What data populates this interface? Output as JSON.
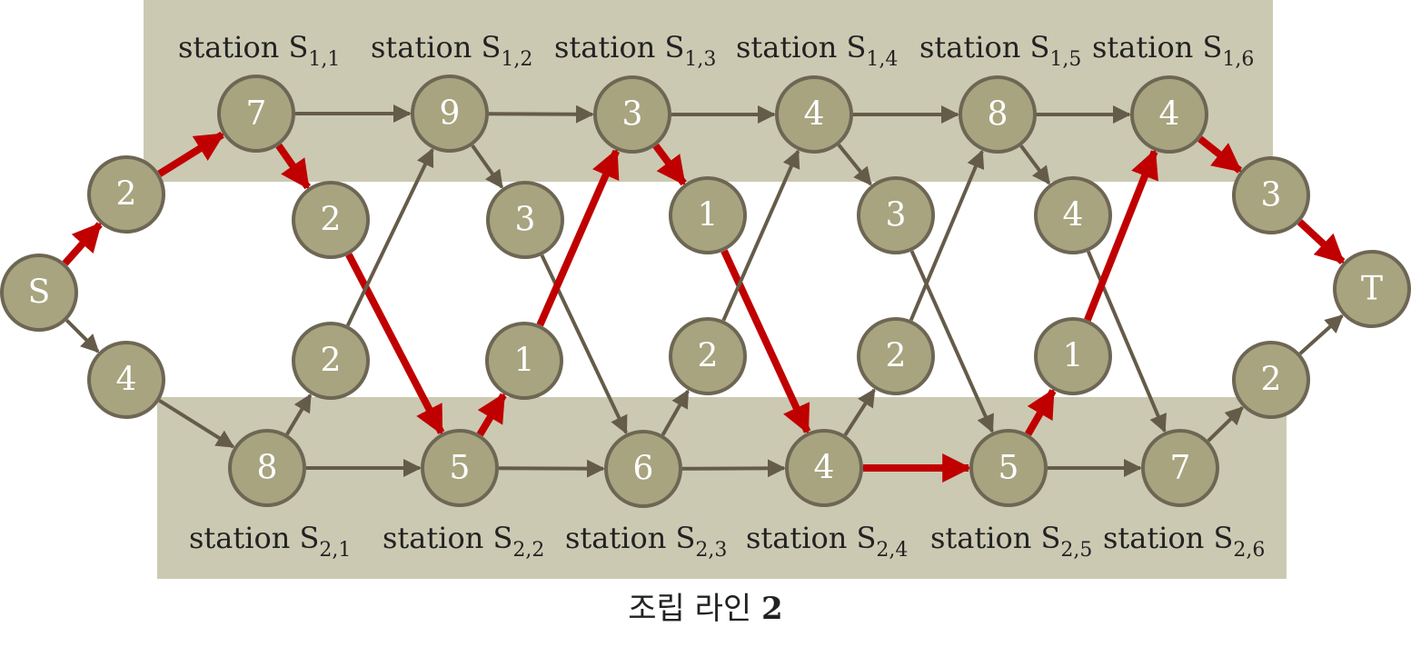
{
  "caption": {
    "text": "조립 라인",
    "number": "2"
  },
  "station_prefix": "station S",
  "colors": {
    "band": "#cbc9b2",
    "node_fill": "#a7a47f",
    "node_stroke": "#6e6654",
    "edge": "#655b49",
    "optimal_path": "#c00000"
  },
  "nodes": {
    "S": "S",
    "T": "T",
    "e1": "2",
    "e2": "4",
    "x1": "3",
    "x2": "2",
    "a1_1": "7",
    "a1_2": "9",
    "a1_3": "3",
    "a1_4": "4",
    "a1_5": "8",
    "a1_6": "4",
    "a2_1": "8",
    "a2_2": "5",
    "a2_3": "6",
    "a2_4": "4",
    "a2_5": "5",
    "a2_6": "7",
    "t1_1": "2",
    "t1_2": "3",
    "t1_3": "1",
    "t1_4": "3",
    "t1_5": "4",
    "t2_1": "2",
    "t2_2": "1",
    "t2_3": "2",
    "t2_4": "2",
    "t2_5": "1"
  },
  "stations": {
    "line1": [
      {
        "name": "station S",
        "sub": "1,1"
      },
      {
        "name": "station S",
        "sub": "1,2"
      },
      {
        "name": "station S",
        "sub": "1,3"
      },
      {
        "name": "station S",
        "sub": "1,4"
      },
      {
        "name": "station S",
        "sub": "1,5"
      },
      {
        "name": "station S",
        "sub": "1,6"
      }
    ],
    "line2": [
      {
        "name": "station S",
        "sub": "2,1"
      },
      {
        "name": "station S",
        "sub": "2,2"
      },
      {
        "name": "station S",
        "sub": "2,3"
      },
      {
        "name": "station S",
        "sub": "2,4"
      },
      {
        "name": "station S",
        "sub": "2,5"
      },
      {
        "name": "station S",
        "sub": "2,6"
      }
    ]
  },
  "edges": [
    {
      "from": "S",
      "to": "e1",
      "path": true
    },
    {
      "from": "S",
      "to": "e2",
      "path": false
    },
    {
      "from": "e1",
      "to": "a1_1",
      "path": true
    },
    {
      "from": "e2",
      "to": "a2_1",
      "path": false
    },
    {
      "from": "a1_1",
      "to": "a1_2",
      "path": false
    },
    {
      "from": "a1_2",
      "to": "a1_3",
      "path": false
    },
    {
      "from": "a1_3",
      "to": "a1_4",
      "path": false
    },
    {
      "from": "a1_4",
      "to": "a1_5",
      "path": false
    },
    {
      "from": "a1_5",
      "to": "a1_6",
      "path": false
    },
    {
      "from": "a2_1",
      "to": "a2_2",
      "path": false
    },
    {
      "from": "a2_2",
      "to": "a2_3",
      "path": false
    },
    {
      "from": "a2_3",
      "to": "a2_4",
      "path": false
    },
    {
      "from": "a2_4",
      "to": "a2_5",
      "path": true
    },
    {
      "from": "a2_5",
      "to": "a2_6",
      "path": false
    },
    {
      "from": "a1_1",
      "to": "t1_1",
      "path": true
    },
    {
      "from": "t1_1",
      "to": "a2_2",
      "path": true
    },
    {
      "from": "a1_2",
      "to": "t1_2",
      "path": false
    },
    {
      "from": "t1_2",
      "to": "a2_3",
      "path": false
    },
    {
      "from": "a1_3",
      "to": "t1_3",
      "path": true
    },
    {
      "from": "t1_3",
      "to": "a2_4",
      "path": true
    },
    {
      "from": "a1_4",
      "to": "t1_4",
      "path": false
    },
    {
      "from": "t1_4",
      "to": "a2_5",
      "path": false
    },
    {
      "from": "a1_5",
      "to": "t1_5",
      "path": false
    },
    {
      "from": "t1_5",
      "to": "a2_6",
      "path": false
    },
    {
      "from": "a2_1",
      "to": "t2_1",
      "path": false
    },
    {
      "from": "t2_1",
      "to": "a1_2",
      "path": false
    },
    {
      "from": "a2_2",
      "to": "t2_2",
      "path": true
    },
    {
      "from": "t2_2",
      "to": "a1_3",
      "path": true
    },
    {
      "from": "a2_3",
      "to": "t2_3",
      "path": false
    },
    {
      "from": "t2_3",
      "to": "a1_4",
      "path": false
    },
    {
      "from": "a2_4",
      "to": "t2_4",
      "path": false
    },
    {
      "from": "t2_4",
      "to": "a1_5",
      "path": false
    },
    {
      "from": "a2_5",
      "to": "t2_5",
      "path": true
    },
    {
      "from": "t2_5",
      "to": "a1_6",
      "path": true
    },
    {
      "from": "a1_6",
      "to": "x1",
      "path": true
    },
    {
      "from": "a2_6",
      "to": "x2",
      "path": false
    },
    {
      "from": "x1",
      "to": "T",
      "path": true
    },
    {
      "from": "x2",
      "to": "T",
      "path": false
    }
  ]
}
